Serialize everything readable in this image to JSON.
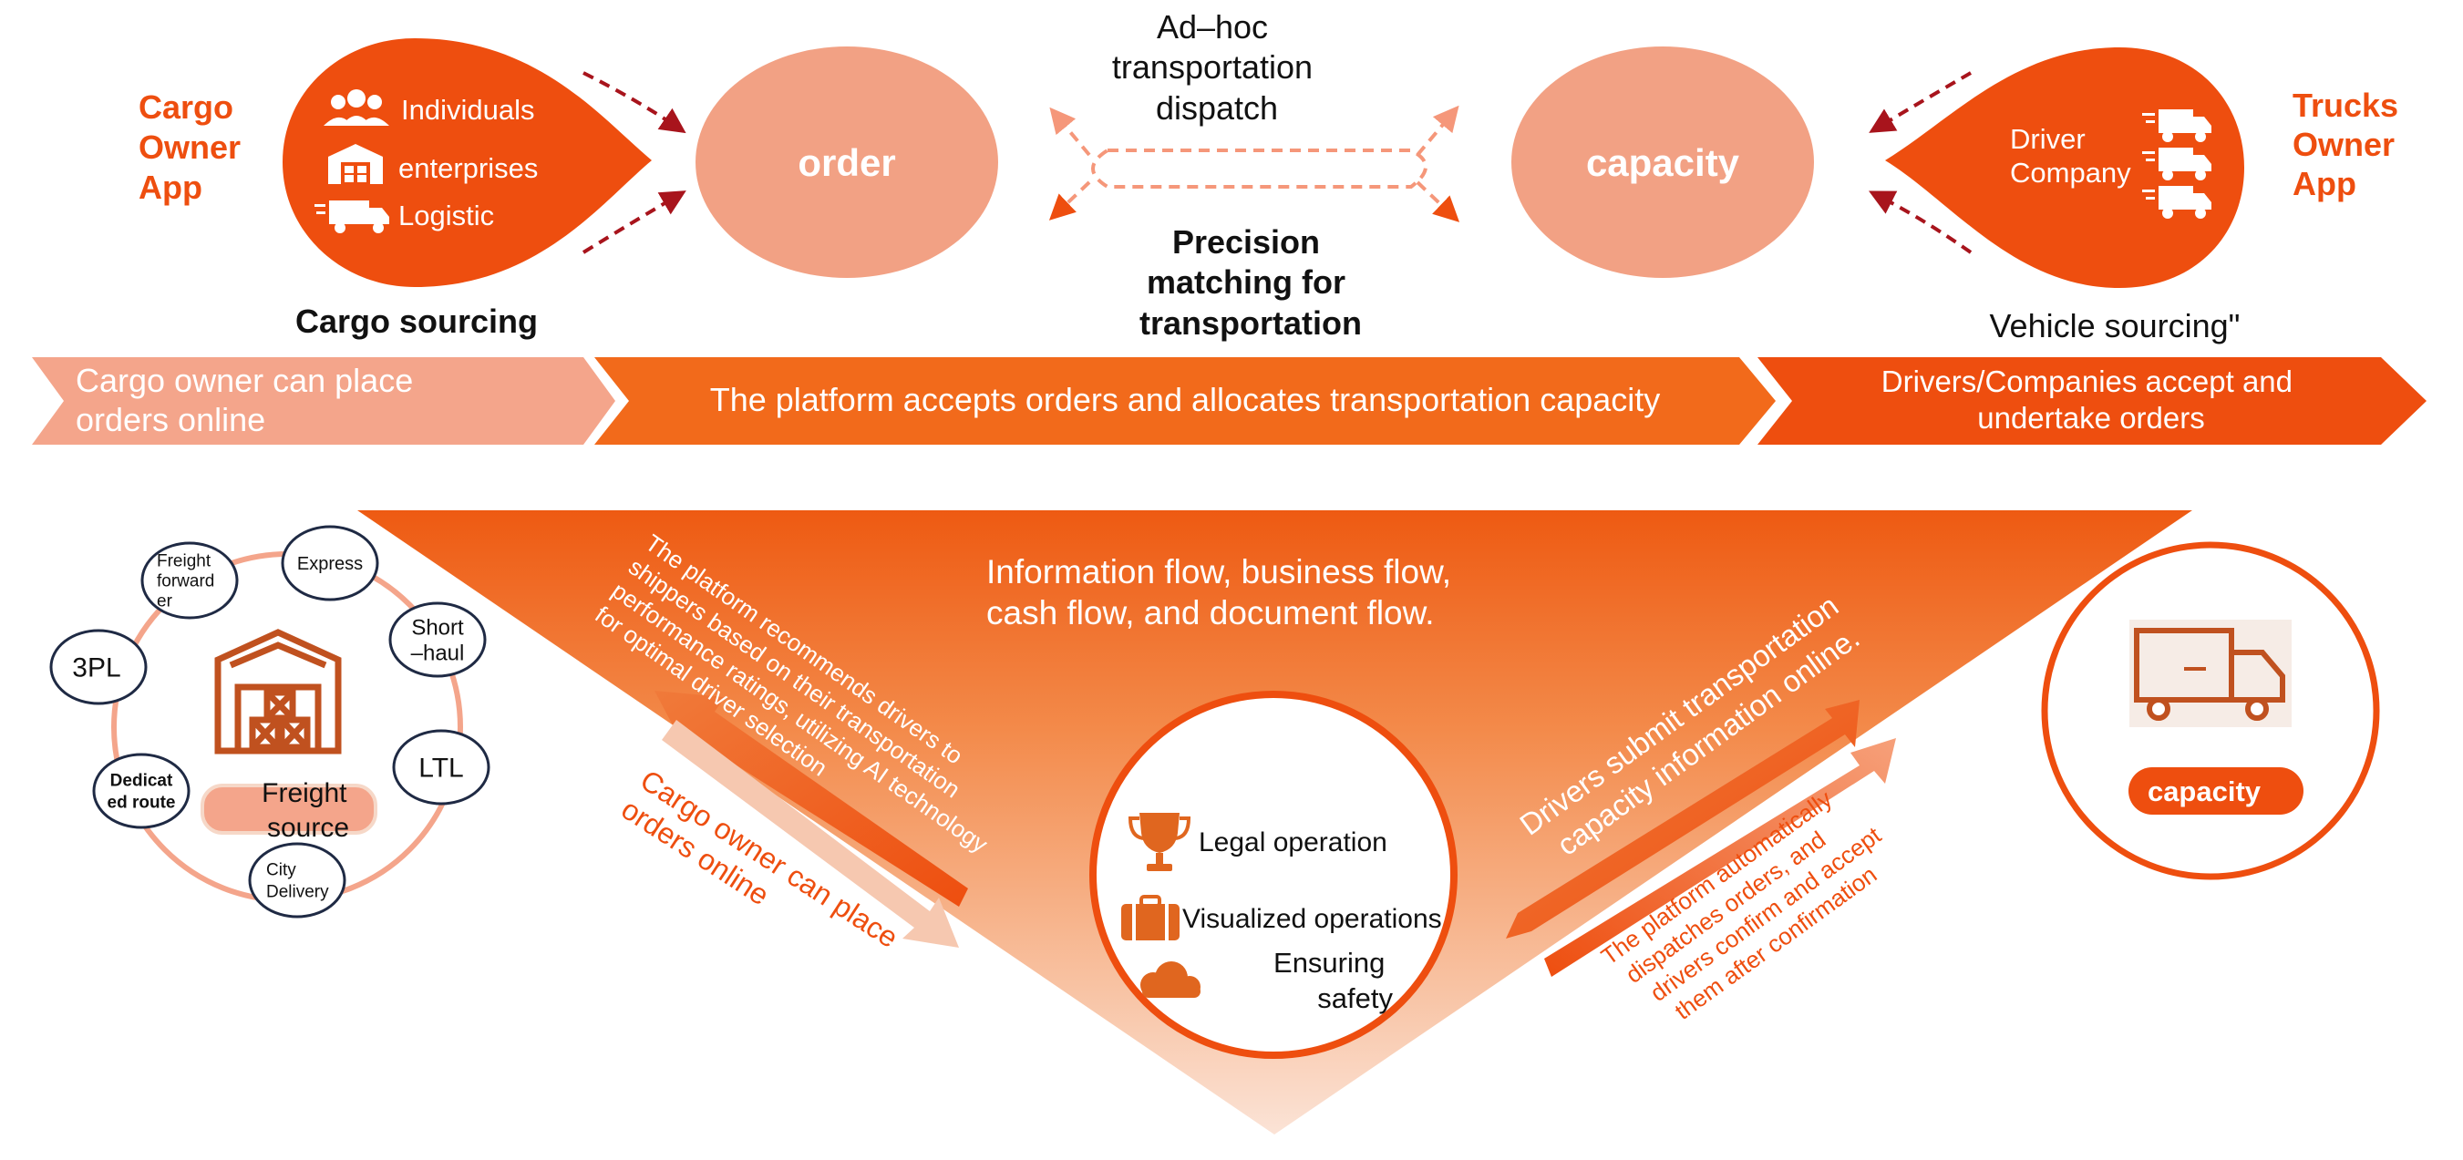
{
  "colors": {
    "deep_orange": "#ee4e0f",
    "orange": "#f26a1b",
    "salmon": "#f2a184",
    "light_salmon": "#f4a58b",
    "dark_red": "#a8141c",
    "navy": "#1f2a44",
    "brown": "#c0511f"
  },
  "top": {
    "cargo_app_label": [
      "Cargo",
      "Owner",
      "App"
    ],
    "trucks_app_label": [
      "Trucks",
      "Owner",
      "App"
    ],
    "cargo_bubble_items": [
      "Individuals",
      "enterprises",
      "Logistic"
    ],
    "cargo_bubble_icons": [
      "people-icon",
      "warehouse-icon",
      "truck-icon"
    ],
    "order_label": "order",
    "capacity_label": "capacity",
    "adhoc_label": [
      "Ad–hoc",
      "transportation",
      "dispatch"
    ],
    "precision_label": [
      "Precision",
      "matching for",
      "transportation"
    ],
    "cargo_sourcing_label": "Cargo sourcing",
    "vehicle_sourcing_label": "Vehicle sourcing\"",
    "driver_company_label": [
      "Driver",
      "Company"
    ],
    "driver_icons": [
      "truck-icon",
      "truck-icon",
      "truck-icon"
    ]
  },
  "banner": {
    "left": [
      "Cargo owner can place",
      "orders online"
    ],
    "middle": "The platform accepts orders and allocates transportation capacity",
    "right": [
      "Drivers/Companies accept and",
      "undertake orders"
    ]
  },
  "bottom": {
    "flow_label": [
      "Information flow, business flow,",
      "cash flow, and document flow."
    ],
    "recommend_text": [
      "The platform recommends drivers to",
      "shippers based on their transportation",
      "performance ratings, utilizing AI technology",
      "for optimal driver selection"
    ],
    "cargo_place_text": [
      "Cargo owner can place",
      "orders online"
    ],
    "drivers_submit_text": [
      "Drivers submit transportation",
      "capacity information online."
    ],
    "auto_dispatch_text": [
      "The platform automatically",
      "dispatches orders, and",
      "drivers confirm and accept",
      "them after confirmation"
    ],
    "center_items": [
      "Legal operation",
      "Visualized operations"
    ],
    "ensuring_safety": [
      "Ensuring",
      "safety"
    ],
    "center_icons": [
      "trophy-icon",
      "briefcase-icon",
      "cloud-icon"
    ],
    "capacity_badge": "capacity",
    "freight_source": [
      "Freight",
      "source"
    ],
    "freight_nodes": {
      "freight_forwarder": [
        "Freight",
        "forward",
        "er"
      ],
      "express": [
        "Express"
      ],
      "short_haul": [
        "Short",
        "–haul"
      ],
      "ltl": [
        "LTL"
      ],
      "city_delivery": [
        "City",
        "Delivery"
      ],
      "dedicated_route": [
        "Dedicat",
        "ed route"
      ],
      "3pl": [
        "3PL"
      ]
    }
  }
}
